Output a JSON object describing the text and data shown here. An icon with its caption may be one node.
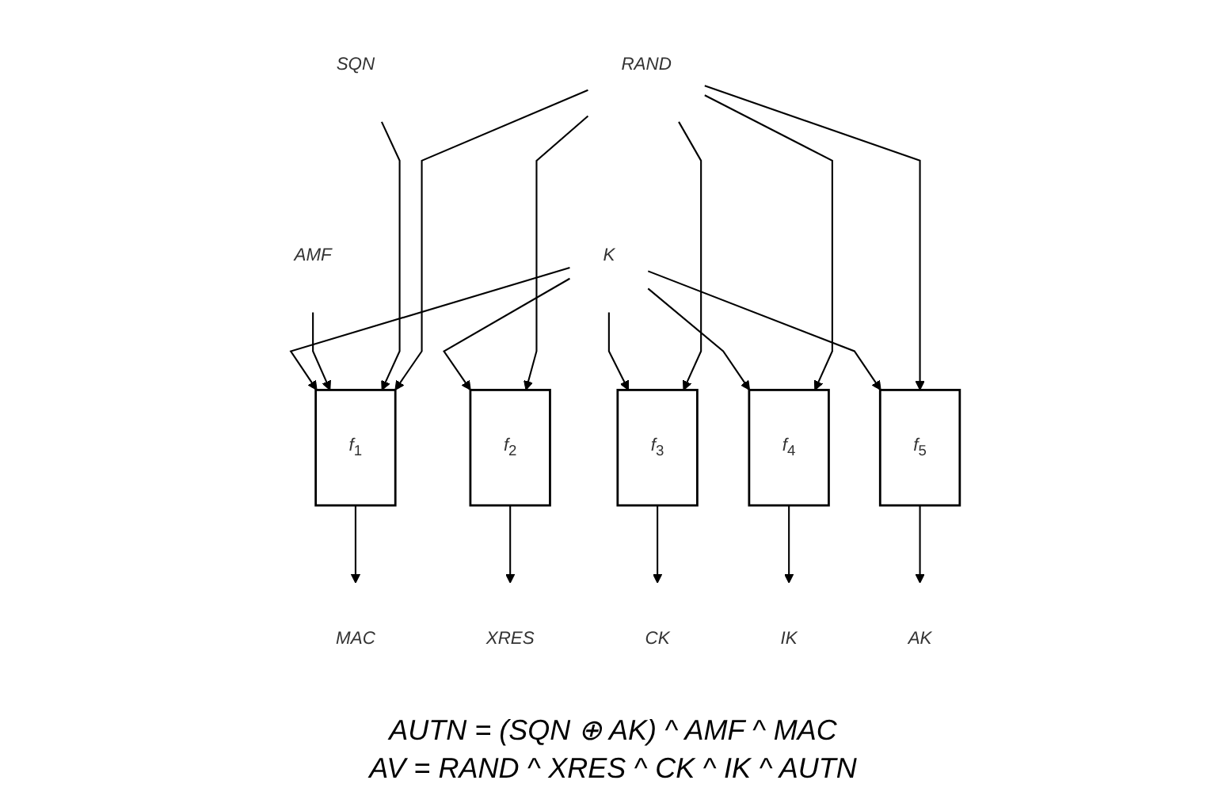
{
  "diagram": {
    "nodes": [
      {
        "text": [
          "SQN"
        ]
      },
      {
        "text": [
          "RAND"
        ]
      },
      {
        "text": [
          "AMF"
        ]
      },
      {
        "text": [
          "K"
        ]
      },
      {
        "text": [
          "*f*$_{1}$"
        ]
      },
      {
        "text": [
          "*f*$_{2}$"
        ]
      },
      {
        "text": [
          "*f*$_{3}$"
        ]
      },
      {
        "text": [
          "*f*$_{4}$"
        ]
      },
      {
        "text": [
          "*f*$_{5}$"
        ]
      },
      {
        "text": [
          "MAC"
        ]
      },
      {
        "text": [
          "XRES"
        ]
      },
      {
        "text": [
          "CK"
        ]
      },
      {
        "text": [
          "IK"
        ]
      },
      {
        "text": [
          "AK"
        ]
      }
    ],
    "edges": [
      {
        "from": 3,
        "to": 4,
        "arrow": "to"
      },
      {
        "from": 2,
        "to": 4,
        "arrow": "to"
      },
      {
        "from": 0,
        "to": 4,
        "arrow": "to"
      },
      {
        "from": 1,
        "to": 4,
        "arrow": "to"
      },
      {
        "from": 3,
        "to": 5,
        "arrow": "to"
      },
      {
        "from": 1,
        "to": 5,
        "arrow": "to"
      },
      {
        "from": 3,
        "to": 6,
        "arrow": "to"
      },
      {
        "from": 1,
        "to": 6,
        "arrow": "to"
      },
      {
        "from": 3,
        "to": 7,
        "arrow": "to"
      },
      {
        "from": 1,
        "to": 7,
        "arrow": "to"
      },
      {
        "from": 3,
        "to": 8,
        "arrow": "to"
      },
      {
        "from": 1,
        "to": 8,
        "arrow": "to"
      },
      {
        "from": 4,
        "to": 9,
        "arrow": "to"
      },
      {
        "from": 5,
        "to": 10,
        "arrow": "to"
      },
      {
        "from": 6,
        "to": 11,
        "arrow": "to"
      },
      {
        "from": 7,
        "to": 12,
        "arrow": "to"
      },
      {
        "from": 8,
        "to": 13,
        "arrow": "to"
      }
    ],
    "labels": [
      "AUTN = (SQN ⊕ AK) ^ AMF ^ MAC",
      "AV = RAND ^ XRES ^ CK ^ IK ^ AUTN"
    ]
  }
}
